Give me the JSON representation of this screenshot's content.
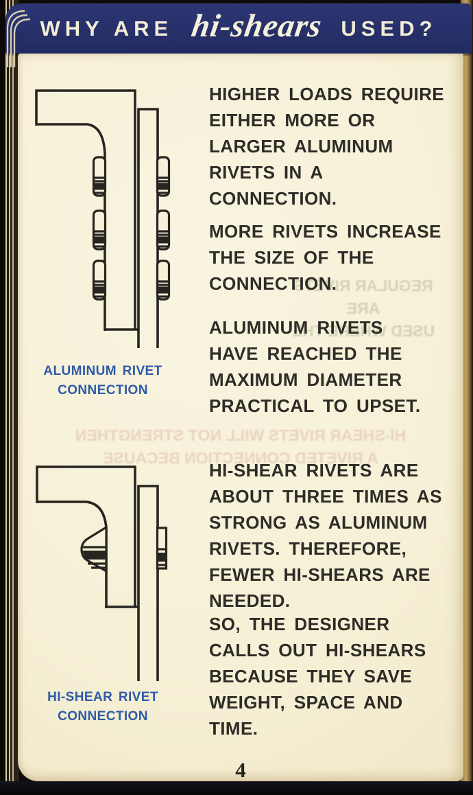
{
  "header": {
    "prefix": "WHY ARE",
    "brand_script": "hi-shears",
    "suffix": "USED?"
  },
  "paragraphs": [
    {
      "lines": [
        "HIGHER LOADS REQUIRE",
        "EITHER MORE OR",
        "LARGER ALUMINUM",
        "RIVETS IN A",
        "CONNECTION."
      ]
    },
    {
      "lines": [
        "MORE RIVETS INCREASE",
        "THE SIZE OF THE",
        "CONNECTION."
      ]
    },
    {
      "lines": [
        "ALUMINUM RIVETS",
        "HAVE REACHED THE",
        "MAXIMUM DIAMETER",
        "PRACTICAL TO UPSET."
      ]
    },
    {
      "lines": [
        "HI-SHEAR RIVETS ARE",
        "ABOUT THREE TIMES AS",
        "STRONG AS ALUMINUM",
        "RIVETS. THEREFORE,",
        "FEWER HI-SHEARS ARE",
        "NEEDED."
      ]
    },
    {
      "lines": [
        "SO, THE DESIGNER",
        "CALLS OUT HI-SHEARS",
        "BECAUSE THEY SAVE",
        "WEIGHT, SPACE AND",
        "TIME."
      ]
    }
  ],
  "diagrams": [
    {
      "id": "aluminum-rivet-connection",
      "caption_lines": [
        "ALUMINUM RIVET",
        "CONNECTION"
      ],
      "rivet_count": 3
    },
    {
      "id": "hi-shear-rivet-connection",
      "caption_lines": [
        "HI-SHEAR RIVET",
        "CONNECTION"
      ],
      "rivet_count": 1
    }
  ],
  "bleed_through": [
    {
      "lines": [
        "REGULAR RIVETS ARE",
        "USED WHERE THE"
      ]
    },
    {
      "lines": [
        "HI-SHEAR RIVETS WILL NOT STRENGTHEN",
        "A RIVETED CONNECTION BECAUSE"
      ]
    }
  ],
  "page_number": "4",
  "colors": {
    "banner_navy": "#283169",
    "paper_cream": "#f6f0d6",
    "caption_blue": "#2e5ba8",
    "ink": "#2d2c27"
  }
}
